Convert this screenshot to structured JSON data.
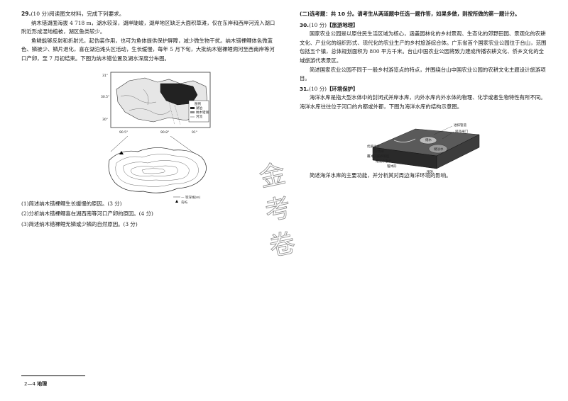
{
  "q29": {
    "number": "29.",
    "head": "(10 分)阅读图文材料，完成下列要求。",
    "p1": "纳木错湖面海拔 4 718 m，湖水较深，湖岸陡峻，湖岸地区缺乏大面积草滩，仅在东岸和西岸河流入湖口附近形成湿地植被，湖区鱼类较少。",
    "p2": "鱼鳞能够反射和折射光，起伪装作用，也可为鱼体提供保护屏障，减少微生物干扰。纳木错裸鲤体色微蓝色、鳞被少、鳞片退化，喜在湖泊滩头区活动，生长缓慢，每年 5 月下旬，大批纳木错裸鲤溯河至西南岸等河口产卵，至 7 月初结束。下图为纳木错位置及湖水深度分布图。",
    "sub1": "(1)简述纳木错裸鲤生长缓慢的原因。(3 分)",
    "sub2": "(2)分析纳木错裸鲤喜在湖西南等河口产卵的原因。(4 分)",
    "sub3": "(3)简述纳木错裸鲤无鳞或少鳞的自然原因。(3 分)"
  },
  "figure1": {
    "legend_title": "图例",
    "legend_items": [
      "湖泊",
      "纳木错湖",
      "河流"
    ],
    "lat_labels": [
      "31°",
      "30.5°",
      "30°"
    ],
    "lon_labels": [
      "90.5°",
      "90.8°",
      "91°"
    ]
  },
  "figure2": {
    "legend_contour": "— 等深线(m)",
    "legend_island": "岛屿"
  },
  "optional": {
    "head": "(二)选考题：共 10 分。请考生从两道题中任选一题作答，如果多做，则按所做的第一题计分。"
  },
  "q30": {
    "number": "30.",
    "score": "(10 分)",
    "topic": "【旅游地理】",
    "p1": "国家农业公园是以原住民生活区域为核心，涵盖园林化的乡村景观、生态化的郊野田园、景观化的农耕文化、产业化的组织形式、现代化的农业生产的乡村旅游综合体。广东省首个国家农业公园位于台山，范围包括五个镇，总体规划面积为 800 平方千米。台山中国农业公园将致力建成传播农耕文化、侨乡文化的全域旅游代表景区。",
    "p2": "简述国家农业公园不同于一般乡村游览点的特点，并围绕台山中国农业公园的农耕文化主题设计旅游项目。"
  },
  "q31": {
    "number": "31.",
    "score": "(10 分)",
    "topic": "【环境保护】",
    "p1": "海洋水库是指大型水体中的封闭式并岸水库，内外水库内外水体的物理、化学或者生物特性有所不同。海洋水库往往位于河口的内都或外都，下图为海洋水库的结构示意图。",
    "p2": "简述海洋水库的主要功能，并分析其对周边海洋环境的影响。"
  },
  "figure3": {
    "labels": [
      "进排管道",
      "坝外闸门",
      "优质淡水",
      "软体闸",
      "储水",
      "储淡水",
      "覆冲沉漏养殖区",
      "咸淡水混合",
      "锥体形",
      "围浜"
    ]
  },
  "watermark": {
    "chars": [
      "金",
      "考",
      "卷"
    ]
  },
  "footer": {
    "page": "2—4",
    "subject": "地理"
  }
}
